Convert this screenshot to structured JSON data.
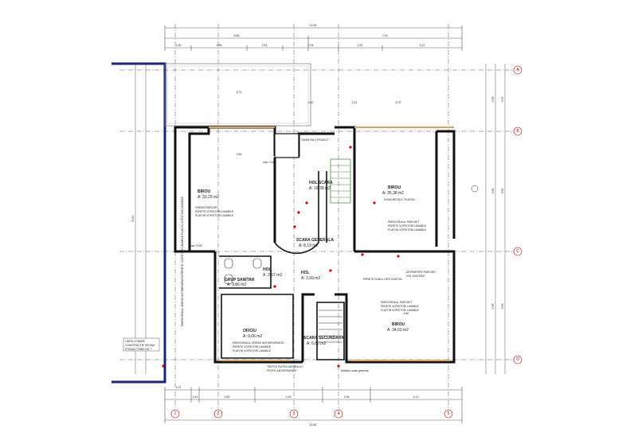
{
  "axes": {
    "columns": [
      "1",
      "2",
      "3",
      "4",
      "5"
    ],
    "rows": [
      "A",
      "B",
      "C",
      "D"
    ]
  },
  "dimensions": {
    "overall_top": "13.59",
    "top_split": [
      "6.65",
      "7.09"
    ],
    "top_detail": [
      "1.82",
      "2.56",
      "2.51",
      "2.24",
      "1.67",
      "3.12"
    ],
    "overall_bottom": "13.59",
    "bottom_detail": [
      "1.37",
      "0.44",
      "2.80",
      "3.28",
      "2.35",
      "4.12"
    ],
    "left_overall": "15.81",
    "right_side": [
      "2.93",
      "3.62",
      "2.56"
    ],
    "right_detail": [
      "3.15",
      "3.50",
      "3.33"
    ],
    "inner": [
      "5.71",
      "3.80",
      "2.22",
      "6.70",
      "4.80",
      "3.50"
    ]
  },
  "rooms": [
    {
      "key": "birou_nw",
      "title": "BIROU",
      "area": "A: 33,29 m2",
      "notes": [
        "GRESIE/PARCHET",
        "PERETE VOPSITORI LAVABILE",
        "PLAFON VOPSITORI LAVABILE"
      ]
    },
    {
      "key": "hol_scara",
      "title": "HOL SCARA",
      "area": "A: 16,38 m2",
      "notes": []
    },
    {
      "key": "birou_ne",
      "title": "BIROU",
      "area": "A: 35,38 m2",
      "notes": [
        "PARDOSEALA: PARCHET",
        "PERETE VOPSITORI LAVABILE",
        "PLAFON VOPSITORI LAVABILE"
      ]
    },
    {
      "key": "scara_generala",
      "title": "SCARA GENERALA",
      "area": "A: 8,19 m2",
      "notes": []
    },
    {
      "key": "grup_sanitar",
      "title": "GRUP SANITAR",
      "area": "A: 3,86 m2",
      "notes": []
    },
    {
      "key": "hol",
      "title": "HOL",
      "area": "A: 2,67 m2",
      "notes": []
    },
    {
      "key": "hol_small",
      "title": "HOL",
      "area": "A: 2,09 m2",
      "notes": []
    },
    {
      "key": "oficiu",
      "title": "OFICIU",
      "area": "A: 9,06 m2",
      "notes": [
        "PARDOSEALA: GRESIE ANTIDERAPANTA",
        "PERETE VOPSITORI LAVABILE",
        "PLAFON VOPSITORI LAVABILE"
      ]
    },
    {
      "key": "scara_secundara",
      "title": "SCARA SECUNDARA",
      "area": "A: 6,80 m2",
      "notes": []
    },
    {
      "key": "birou_se",
      "title": "BIROU",
      "area": "A: 34,63 m2",
      "notes": [
        "PARDOSEALA: PARCHET",
        "PERETE VOPSITORI LAVABILE",
        "PLAFON VOPSITORI LAVABILE"
      ]
    }
  ],
  "annotations": {
    "left_note": [
      "LIMITA ZONARE",
      "CONSTRUCTIE VECINA",
      "STRADA TOMIS NR. 7"
    ],
    "vertical_note": "PARDOSEALA: GRESIE ANTIDERAPANTA PERETE: VOPSITORI LAVABILE PLAFON VOPSITORI LAVABILE",
    "callout_top": "TAVAN FALS PROIECT",
    "callout_mid": "GEAM METALIC PLAFON",
    "callout_wall": "PERETE DUBLU GIPS CARTON",
    "callout_right": [
      "DESPARTIRE PARCHET",
      "GOL EXISTENT"
    ],
    "callout_bottom": [
      "TREPTE PIATRA NATURALA +",
      "PROFIL ANTIDERAPANT"
    ],
    "callout_bottom2": "Montare scafa generala",
    "level_mark": "cota +3.00",
    "level_mark2": "cota +3.00"
  },
  "colors": {
    "boundary": "#1a237e",
    "walls": "#111111",
    "red_marker": "#cc0000",
    "stair": "#4a8d4a",
    "orange_wall": "#d9a36a"
  }
}
